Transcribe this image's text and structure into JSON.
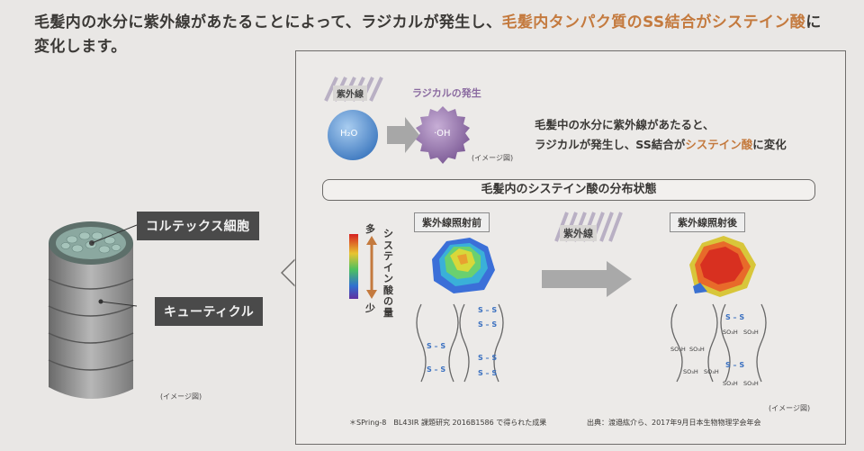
{
  "headline": {
    "pre": "毛髪内の水分に紫外線があたることによって、ラジカルが発生し、",
    "accent": "毛髪内タンパク質のSS結合がシステイン酸",
    "post": "に",
    "line2": "変化します。"
  },
  "hair_diagram": {
    "cortex_label": "コルテックス細胞",
    "cuticle_label": "キューティクル",
    "image_note": "(イメージ図)"
  },
  "radical": {
    "uv_label": "紫外線",
    "radical_label": "ラジカルの発生",
    "water": "H₂O",
    "hydroxyl": "·OH",
    "image_note": "(イメージ図)",
    "desc_line1": "毛髪中の水分に紫外線があたると、",
    "desc_line2_pre": "ラジカルが発生し、SS結合が",
    "desc_line2_accent": "システイン酸",
    "desc_line2_post": "に変化"
  },
  "distribution": {
    "title": "毛髪内のシステイン酸の分布状態",
    "before": "紫外線照射前",
    "after": "紫外線照射後",
    "uv_label": "紫外線",
    "scale_high": "多",
    "scale_low": "少",
    "scale_axis": "システイン酸の量",
    "bond_ss": "S – S",
    "bond_so3h": "SO₃H",
    "image_note": "(イメージ図)"
  },
  "footer": {
    "note": "＊SPring-8　BL43IR 課題研究 2016B1586 で得られた成果",
    "source": "出典：渡邉紘介ら、2017年9月日本生物物理学会年会"
  },
  "colors": {
    "accent": "#c47a3e",
    "text": "#3b3936",
    "label_bg": "#4a4a4a",
    "water_blue": "#4e88c8",
    "radical_purple": "#8a6aa0"
  }
}
